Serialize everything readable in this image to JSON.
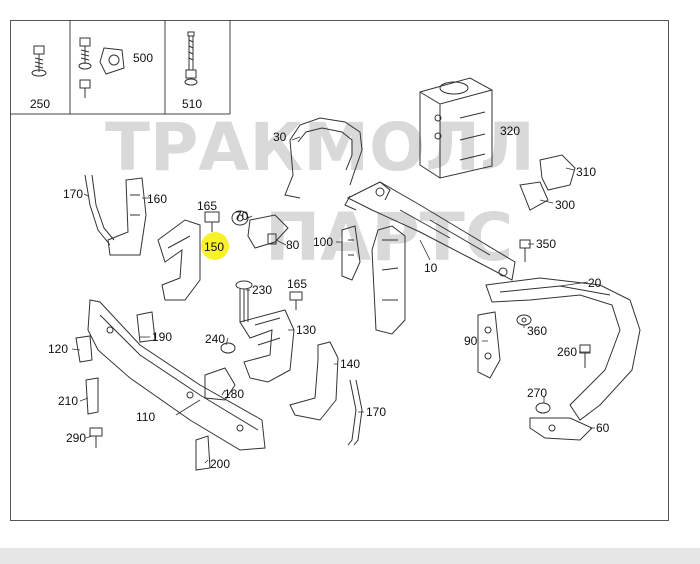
{
  "watermark": {
    "line1": "ТРАКМОЛЛ",
    "line2": "ПАРТС"
  },
  "highlight": {
    "color": "#f7f22a",
    "part": "150"
  },
  "legend_labels": {
    "a": "250",
    "b": "500",
    "c": "510"
  },
  "parts": {
    "p10": "10",
    "p20": "20",
    "p30": "30",
    "p60": "60",
    "p70": "70",
    "p80": "80",
    "p90": "90",
    "p100": "100",
    "p110": "110",
    "p120": "120",
    "p130": "130",
    "p140": "140",
    "p150": "150",
    "p160": "160",
    "p165a": "165",
    "p165b": "165",
    "p170a": "170",
    "p170b": "170",
    "p180": "180",
    "p190": "190",
    "p200": "200",
    "p210": "210",
    "p230": "230",
    "p240": "240",
    "p260": "260",
    "p270": "270",
    "p290": "290",
    "p300": "300",
    "p310": "310",
    "p320": "320",
    "p350": "350",
    "p360": "360"
  }
}
